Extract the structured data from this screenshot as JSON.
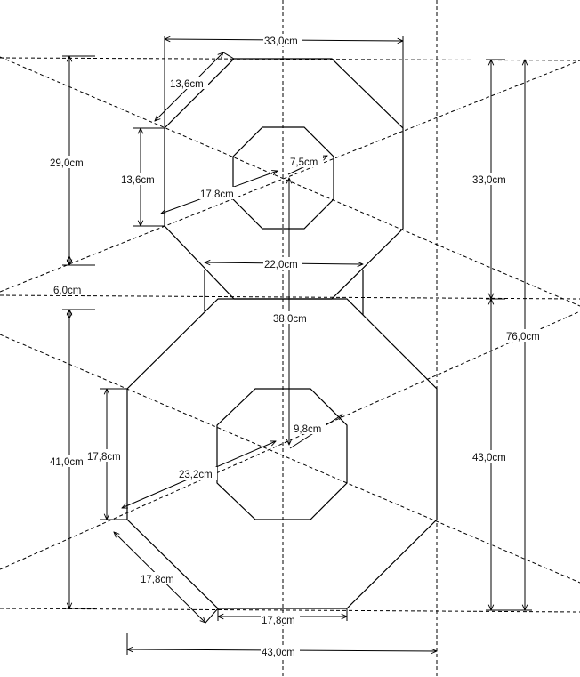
{
  "colors": {
    "line": "#000000",
    "background": "#ffffff",
    "text": "#111111"
  },
  "labels": {
    "top_width": "33,0cm",
    "top_bevel_diag": "13,6cm",
    "top_left_side": "13,6cm",
    "top_total_height": "29,0cm",
    "top_inner_radius": "7,5cm",
    "top_circumradius": "17,8cm",
    "neck_width": "22,0cm",
    "neck_gap": "6,0cm",
    "center_distance": "38,0cm",
    "right_top_height": "33,0cm",
    "right_total_height": "76,0cm",
    "right_bottom_height": "43,0cm",
    "bottom_total_height": "41,0cm",
    "bottom_left_side": "17,8cm",
    "bottom_inner_radius": "9,8cm",
    "bottom_circumradius": "23,2cm",
    "bottom_bevel_diag": "17,8cm",
    "bottom_base": "17,8cm",
    "bottom_width": "43,0cm"
  }
}
